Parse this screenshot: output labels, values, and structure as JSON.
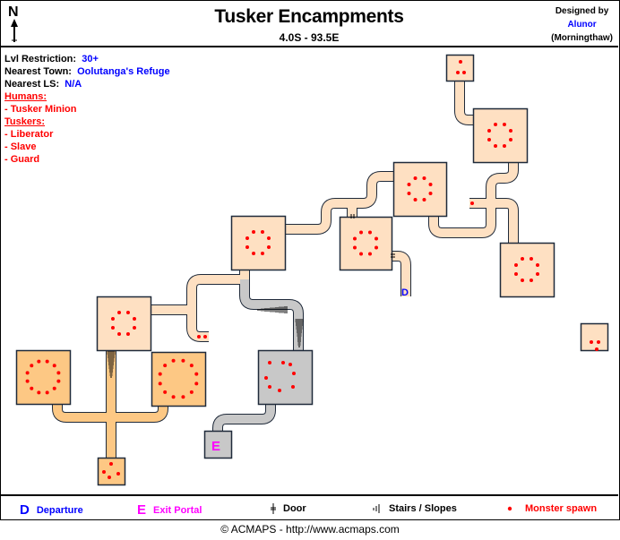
{
  "header": {
    "title": "Tusker Encampments",
    "coordinates": "4.0S - 93.5E",
    "north_label": "N",
    "designed_by_label": "Designed by",
    "designer": "Alunor",
    "server": "(Morningthaw)"
  },
  "info": {
    "lvl_label": "Lvl Restriction:",
    "lvl_value": "30+",
    "town_label": "Nearest Town:",
    "town_value": "Oolutanga's Refuge",
    "ls_label": "Nearest LS:",
    "ls_value": "N/A",
    "groups": [
      {
        "heading": "Humans:",
        "members": [
          "- Tusker Minion"
        ]
      },
      {
        "heading": "Tuskers:",
        "members": [
          "- Liberator",
          "- Slave",
          "- Guard"
        ]
      }
    ]
  },
  "map_markers": {
    "departure": "D",
    "exit": "E"
  },
  "legend": [
    {
      "symbol": "D",
      "label": "Departure",
      "color": "#0000ff"
    },
    {
      "symbol": "E",
      "label": "Exit Portal",
      "color": "#ff00ff"
    },
    {
      "symbol": "door-icon",
      "label": "Door",
      "color": "#000000"
    },
    {
      "symbol": "stairs-icon",
      "label": "Stairs / Slopes",
      "color": "#000000"
    },
    {
      "symbol": "spawn-icon",
      "label": "Monster spawn",
      "color": "#ff0000"
    }
  ],
  "footer": "© ACMAPS - http://www.acmaps.com",
  "colors": {
    "peach": "#fee0c2",
    "orange": "#fdc884",
    "gray": "#c8c8c8",
    "outline": "#1f2a3a",
    "spawn": "#ff0000"
  }
}
